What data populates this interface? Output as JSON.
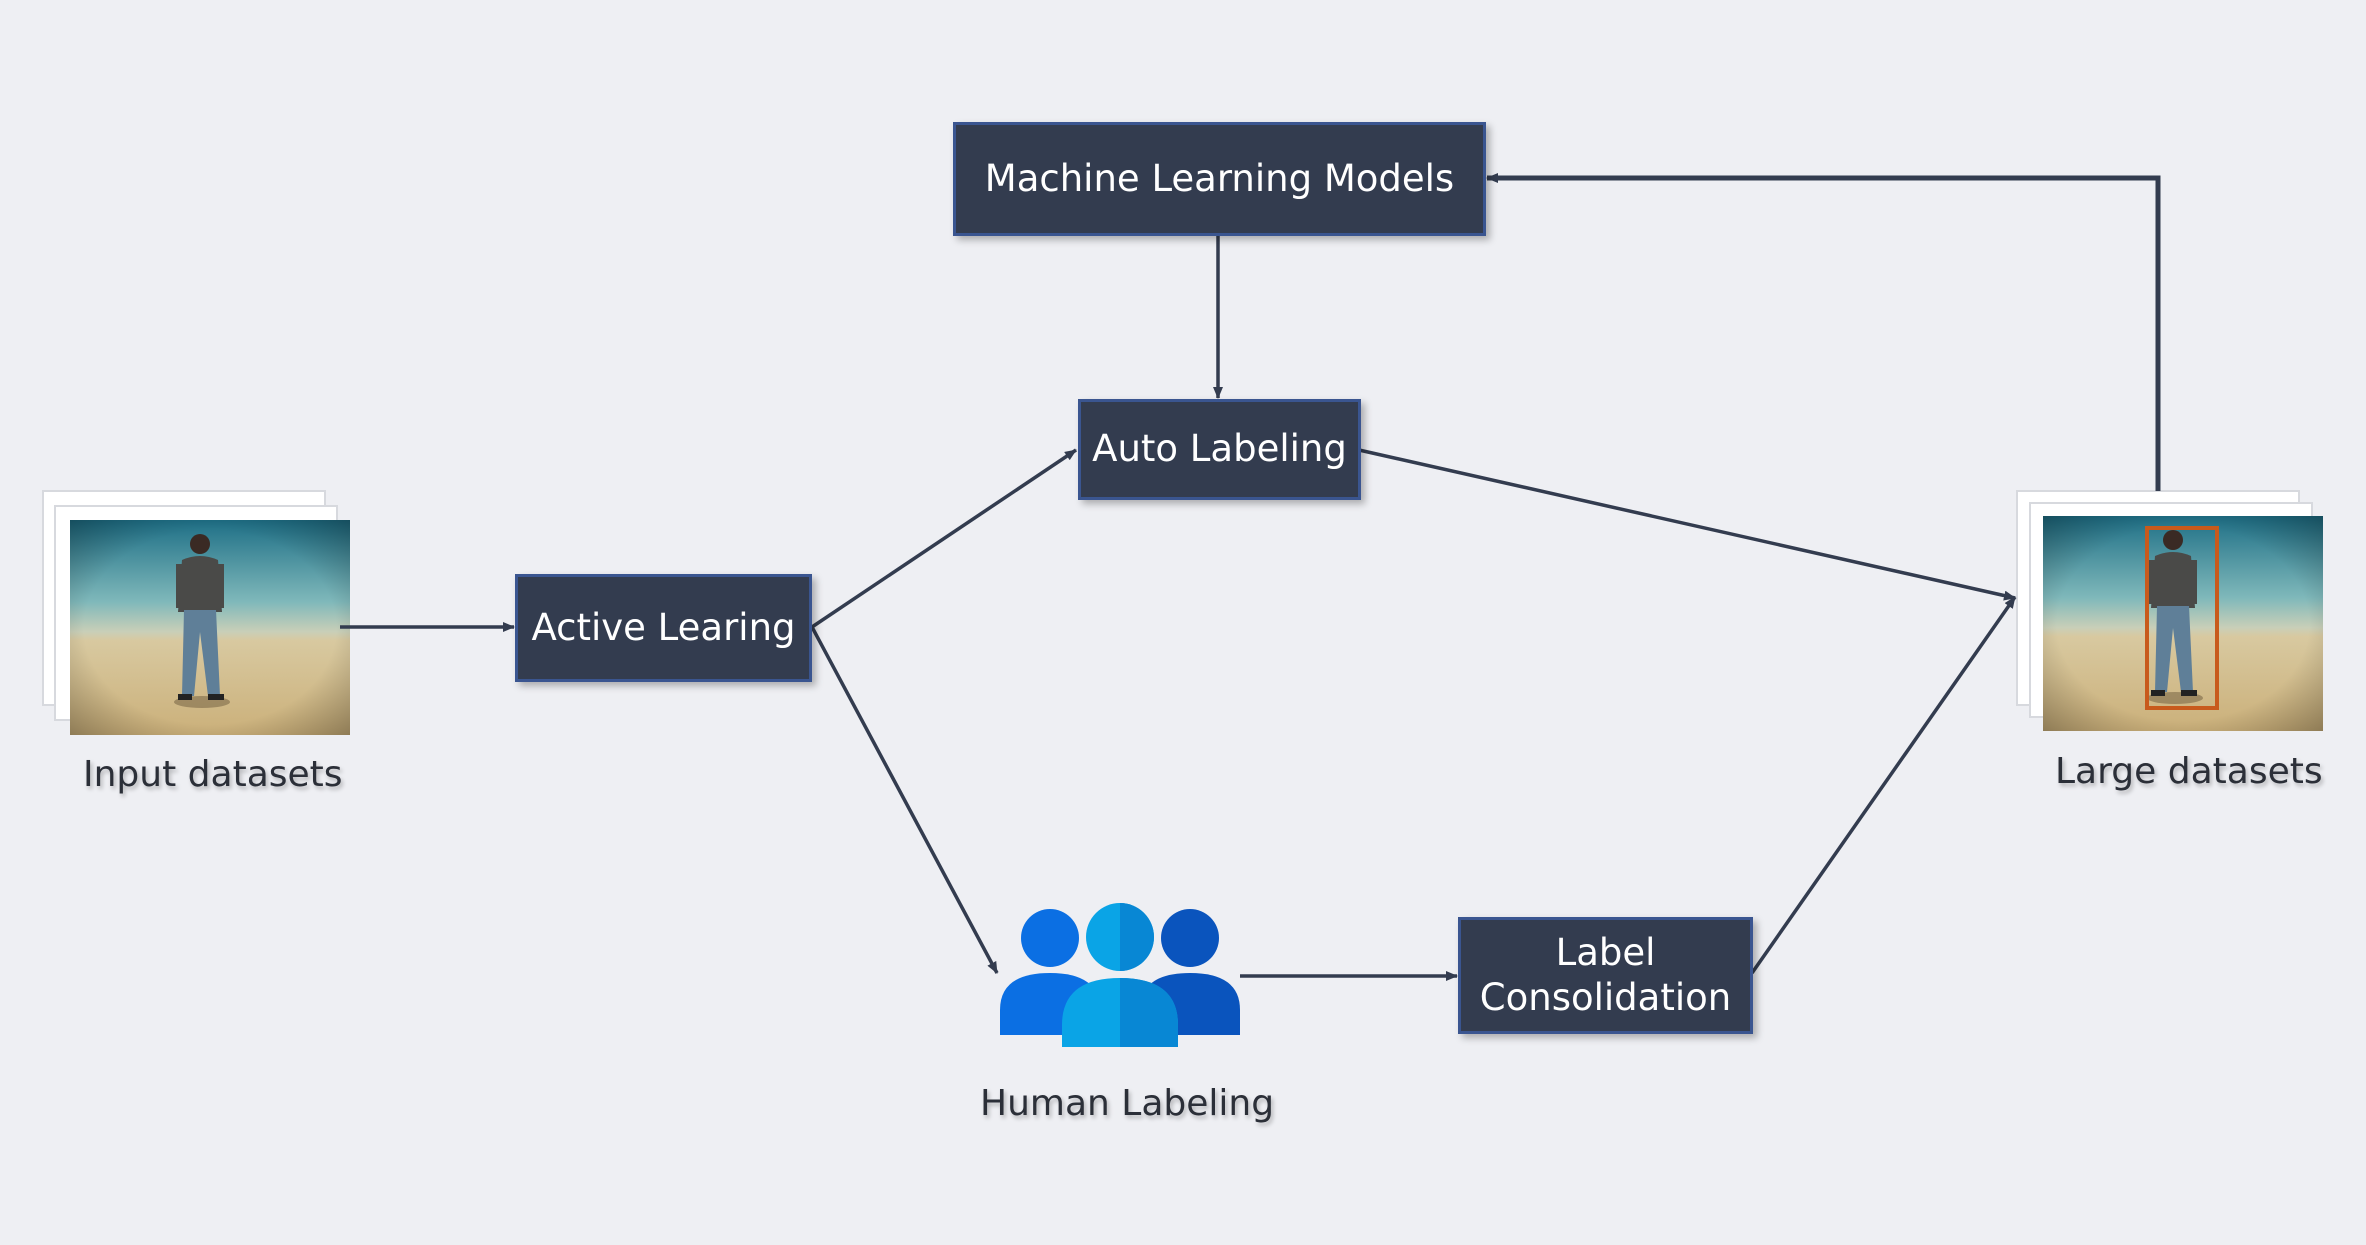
{
  "nodes": {
    "ml_models": "Machine Learning Models",
    "auto_labeling": "Auto Labeling",
    "active_learning": "Active Learing",
    "label_consolidation_line1": "Label",
    "label_consolidation_line2": "Consolidation"
  },
  "captions": {
    "input": "Input datasets",
    "large": "Large datasets",
    "human": "Human Labeling"
  },
  "icons": {
    "input_dataset": "photo-stack-icon",
    "large_dataset": "annotated-photo-stack-icon",
    "human_labeling": "people-group-icon"
  },
  "colors": {
    "background": "#eeeff3",
    "node_fill": "#333c4f",
    "node_border": "#3a5590",
    "arrow": "#333c4f",
    "bbox": "#c85a1c",
    "person_left": "#0b6fe3",
    "person_center": "#0aa4e6",
    "person_right": "#0a54bd"
  }
}
